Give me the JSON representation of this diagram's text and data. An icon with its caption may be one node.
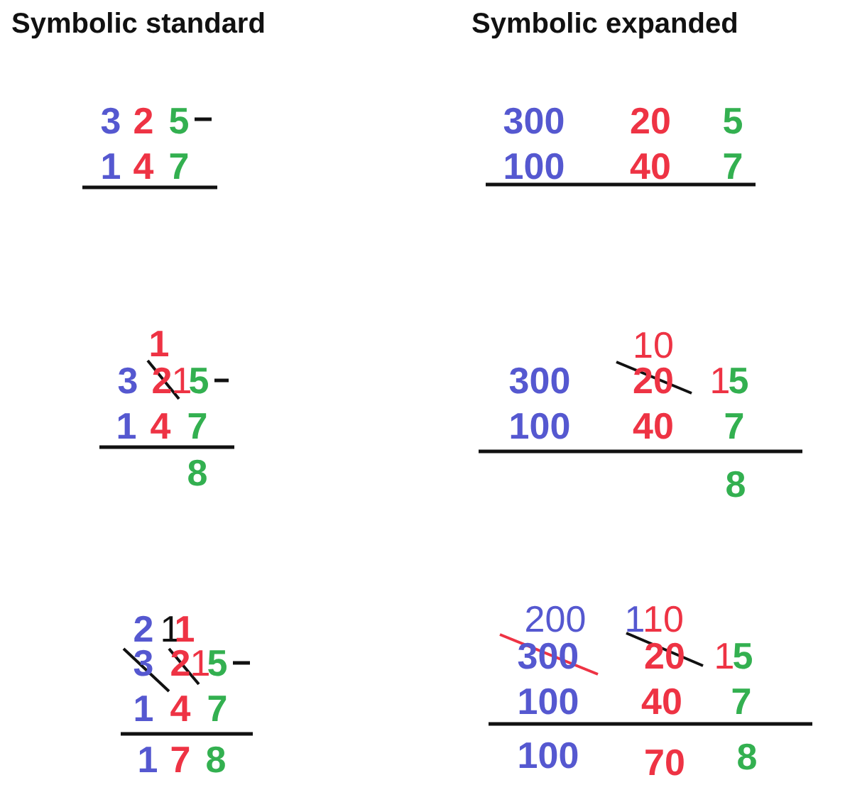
{
  "diagram": {
    "labels": [
      "Symbolic standard",
      "Symbolic expanded",
      "3",
      "2",
      "5",
      "300",
      "20",
      "5",
      "1",
      "4",
      "7",
      "100",
      "40",
      "7",
      "1",
      "10",
      "3",
      "2",
      "1",
      "5",
      "300",
      "20",
      "1",
      "5",
      "1",
      "4",
      "7",
      "100",
      "40",
      "7",
      "8",
      "8",
      "2",
      "1",
      "1",
      "200",
      "1",
      "10",
      "3",
      "2",
      "1",
      "5",
      "300",
      "20",
      "1",
      "5",
      "1",
      "4",
      "7",
      "100",
      "40",
      "7",
      "1",
      "7",
      "8",
      "100",
      "70",
      "8"
    ]
  }
}
